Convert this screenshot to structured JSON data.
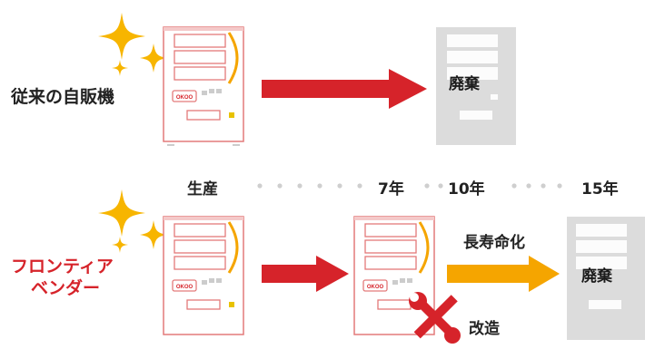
{
  "rows": {
    "conventional": {
      "label": "従来の自販機",
      "end_label": "廃棄"
    },
    "frontier": {
      "label_line1": "フロンティア",
      "label_line2": "ベンダー",
      "end_label": "廃棄"
    }
  },
  "timeline": {
    "start": "生産",
    "t7": "7年",
    "t10": "10年",
    "t15": "15年"
  },
  "annotations": {
    "longevity": "長寿命化",
    "renovation": "改造"
  },
  "machine_brand_text": "OKOO",
  "colors": {
    "red_accent": "#d6232a",
    "orange_accent": "#f5a500",
    "sparkle_yellow": "#f7b500",
    "grey_machine": "#dcdcdc"
  }
}
